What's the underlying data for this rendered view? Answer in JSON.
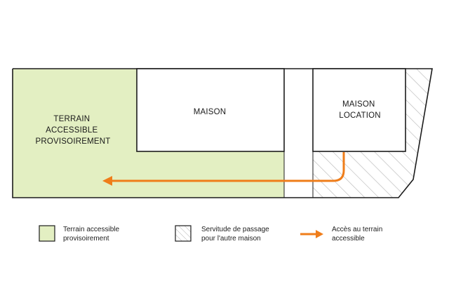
{
  "colors": {
    "outline": "#1c1c1c",
    "accessible_fill": "#e3efc2",
    "hatch": "#b9b9b9",
    "arrow": "#ef7d1a"
  },
  "plan": {
    "terrain_label": [
      "TERRAIN",
      "ACCESSIBLE",
      "PROVISOIREMENT"
    ],
    "maison_label": [
      "MAISON"
    ],
    "location_label": [
      "MAISON",
      "LOCATION"
    ]
  },
  "legend": {
    "accessible": [
      "Terrain accessible",
      "provisoirement"
    ],
    "servitude": [
      "Servitude de passage",
      "pour l'autre maison"
    ],
    "acces": [
      "Accès au terrain",
      "accessible"
    ]
  }
}
